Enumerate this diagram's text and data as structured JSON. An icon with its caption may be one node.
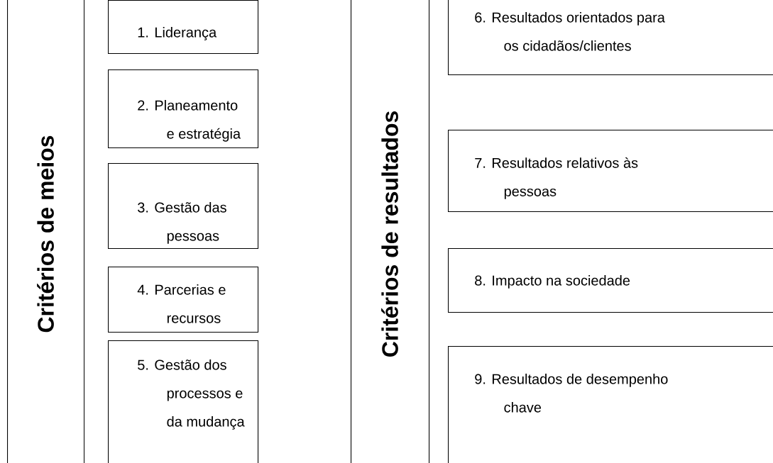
{
  "diagram": {
    "nodes": [
      {
        "text": [
          "Critérios de meios"
        ]
      },
      {
        "text": [
          "1. Liderança"
        ]
      },
      {
        "text": [
          "2. Planeamento e estratégia"
        ]
      },
      {
        "text": [
          "3. Gestão das pessoas"
        ]
      },
      {
        "text": [
          "4. Parcerias e recursos"
        ]
      },
      {
        "text": [
          "5. Gestão dos processos e da mudança"
        ]
      },
      {
        "text": [
          "Critérios de resultados"
        ]
      },
      {
        "text": [
          "6. Resultados orientados para os cidadãos/clientes"
        ]
      },
      {
        "text": [
          "7. Resultados relativos às pessoas"
        ]
      },
      {
        "text": [
          "8. Impacto na sociedade"
        ]
      },
      {
        "text": [
          "9. Resultados de desempenho chave"
        ]
      }
    ]
  }
}
